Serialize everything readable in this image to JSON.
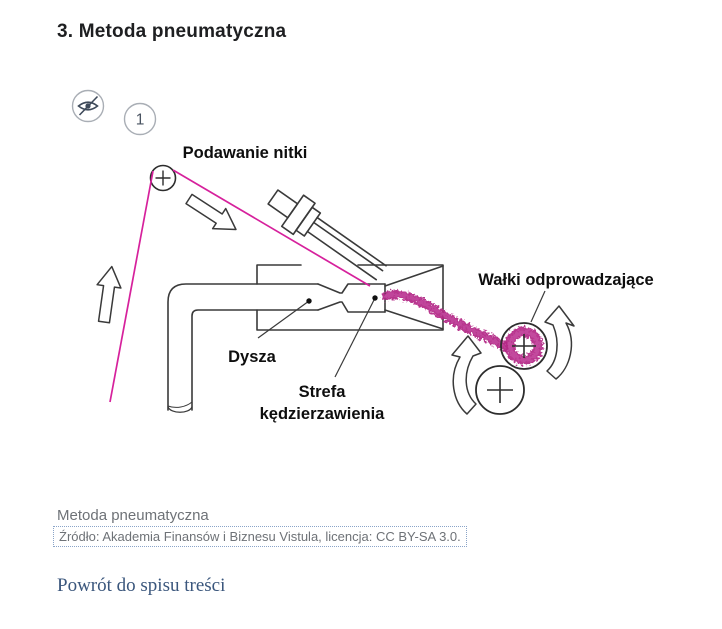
{
  "page": {
    "heading": "3. Metoda pneumatyczna"
  },
  "controls": {
    "visibility_toggle_icon": "eye-off-icon",
    "badge": "1"
  },
  "diagram": {
    "labels": {
      "feed": "Podawanie nitki",
      "take_off_rollers": "Wałki odprowadzające",
      "nozzle": "Dysza",
      "crimp_zone_line1": "Strefa",
      "crimp_zone_line2": "kędzierzawienia"
    },
    "colors": {
      "thread": "#d6219c",
      "yarn": "#c2358f",
      "yarn_light": "#e27fc4",
      "yarn_dark": "#a81c7d",
      "outline": "#3a3a3a"
    }
  },
  "figure": {
    "caption": "Metoda pneumatyczna",
    "source": "Źródło: Akademia Finansów i Biznesu Vistula, licencja: CC BY-SA 3.0."
  },
  "footer": {
    "back_link": "Powrót do spisu treści"
  }
}
